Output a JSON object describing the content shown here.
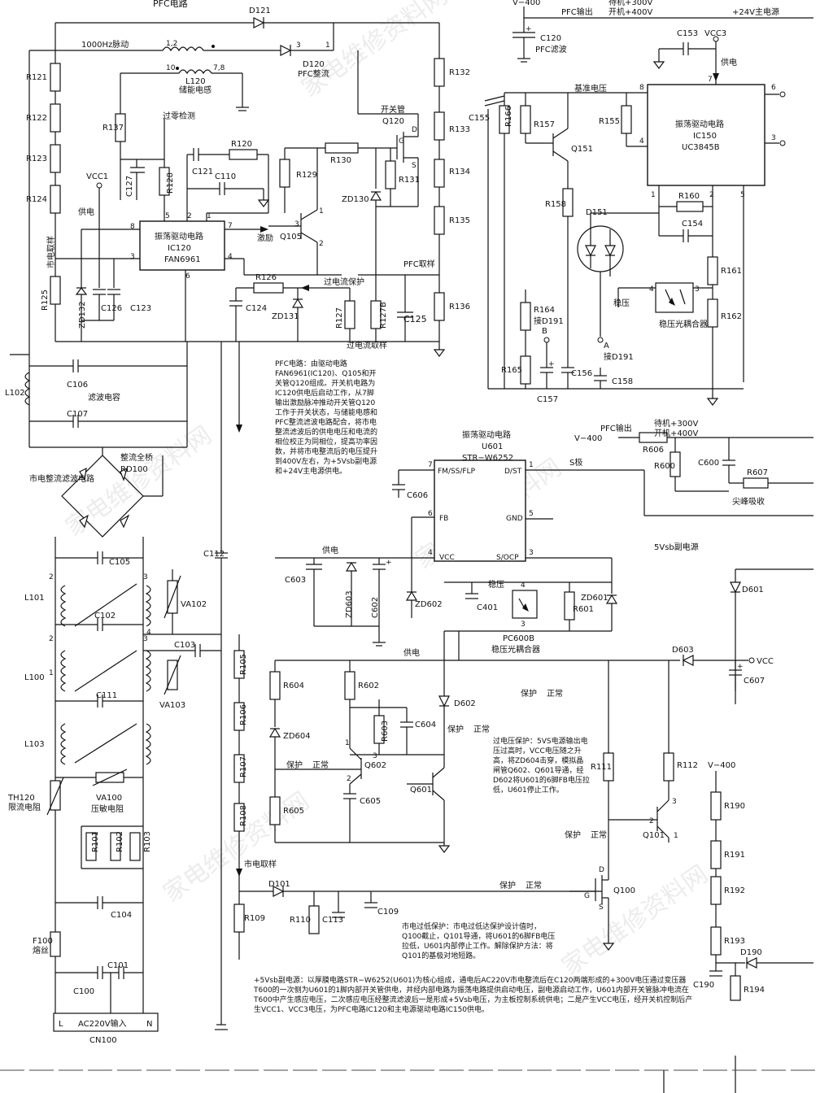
{
  "sections": {
    "pfc_top": "PFC电路",
    "freq": "1000Hz脉动",
    "pfc_output": "PFC输出",
    "standby_300": "待机+300V",
    "on_400": "开机+400V",
    "main_24v": "+24V主电源",
    "v_400": "V−400",
    "pfc_filter": "PFC滤波",
    "vcc3": "VCC3",
    "supply": "供电",
    "ref_voltage": "基准电压",
    "pfc_sample": "PFC取样",
    "overcurrent_protect": "过电流保护",
    "overcurrent_sample": "过电流取样",
    "excite": "激励",
    "zero_detect": "过零检测",
    "storage_inductor": "储能电感",
    "switch_tube": "开关管",
    "pfc_rectifier": "PFC整流",
    "mains_sample_left": "市电取样",
    "vcc1": "VCC1",
    "regulate": "稳压",
    "opto_main": "稳压光耦合器",
    "connect_b": "B",
    "connect_a": "A",
    "connect_d191_b": "接D191",
    "connect_d191_a": "接D191",
    "filter_caps": "滤波电容",
    "bridge": "整流全桥",
    "mains_rect_filter": "市电整流滤波电路",
    "peak_absorb": "尖峰吸收",
    "s_pole": "S极",
    "sb5v": "5Vsb副电源",
    "vcc": "VCC",
    "protect": "保护",
    "normal": "正常",
    "mains_sample": "市电取样",
    "opto_sb": "稳压光耦合器",
    "limit_resistor": "限流电阻",
    "varistor": "压敏电阻",
    "fuse": "熔丝",
    "ac_input": "AC220V输入",
    "ac_L": "L",
    "ac_N": "N"
  },
  "ics": {
    "ic120": {
      "title": "振荡驱动电路",
      "ref": "IC120",
      "part": "FAN6961"
    },
    "ic150": {
      "title": "振荡驱动电路",
      "ref": "IC150",
      "part": "UC3845B"
    },
    "u601": {
      "title": "振荡驱动电路",
      "ref": "U601",
      "part": "STR−W6252",
      "pins": {
        "fm": "FM/SS/FLP",
        "dst": "D/ST",
        "fb": "FB",
        "gnd": "GND",
        "vcc": "VCC",
        "socp": "S/OCP"
      }
    }
  },
  "components": {
    "D121": "D121",
    "D120": "D120",
    "L120": "L120",
    "C120": "C120",
    "C153": "C153",
    "R121": "R121",
    "R122": "R122",
    "R123": "R123",
    "R124": "R124",
    "R125": "R125",
    "R137": "R137",
    "R128": "R128",
    "C127": "C127",
    "C121": "C121",
    "C110": "C110",
    "R120": "R120",
    "R129": "R129",
    "R130": "R130",
    "R131": "R131",
    "ZD130": "ZD130",
    "Q120": "Q120",
    "Q105": "Q105",
    "R126": "R126",
    "C124": "C124",
    "ZD131": "ZD131",
    "R127": "R127",
    "R127B": "R127B",
    "C125": "C125",
    "ZD132": "ZD132",
    "C126": "C126",
    "C123": "C123",
    "R132": "R132",
    "R133": "R133",
    "R134": "R134",
    "R135": "R135",
    "R136": "R136",
    "C155": "C155",
    "R166": "R166",
    "R157": "R157",
    "Q151": "Q151",
    "R155": "R155",
    "R158": "R158",
    "D151": "D151",
    "R160": "R160",
    "C154": "C154",
    "R161": "R161",
    "R162": "R162",
    "R164": "R164",
    "R165": "R165",
    "C156": "C156",
    "C157": "C157",
    "C158": "C158",
    "L102": "L102",
    "C106": "C106",
    "C107": "C107",
    "RD100": "RD100",
    "C105": "C105",
    "L101": "L101",
    "C102": "C102",
    "VA102": "VA102",
    "C112": "C112",
    "C103": "C103",
    "L100": "L100",
    "C111": "C111",
    "VA103": "VA103",
    "L103": "L103",
    "VA100": "VA100",
    "TH120": "TH120",
    "R101": "R101",
    "R102": "R102",
    "R103": "R103",
    "C104": "C104",
    "F100": "F100",
    "C101": "C101",
    "C100": "C100",
    "CN100": "CN100",
    "R105": "R105",
    "R106": "R106",
    "R107": "R107",
    "R108": "R108",
    "R109": "R109",
    "D101": "D101",
    "R110": "R110",
    "C113": "C113",
    "C109": "C109",
    "R606": "R606",
    "R600": "R600",
    "C600": "C600",
    "R607": "R607",
    "C606": "C606",
    "C603": "C603",
    "ZD603": "ZD603",
    "C602": "C602",
    "ZD602": "ZD602",
    "C401": "C401",
    "PC600B": "PC600B",
    "R601": "R601",
    "ZD601": "ZD601",
    "D601": "D601",
    "D603": "D603",
    "C607": "C607",
    "R604": "R604",
    "R602": "R602",
    "R603": "R603",
    "C604": "C604",
    "D602": "D602",
    "ZD604": "ZD604",
    "Q602": "Q602",
    "Q601": "Q601",
    "C605": "C605",
    "R605": "R605",
    "R111": "R111",
    "R112": "R112",
    "Q101": "Q101",
    "Q100": "Q100",
    "R190": "R190",
    "R191": "R191",
    "R192": "R192",
    "R193": "R193",
    "D190": "D190",
    "C190": "C190",
    "R194": "R194"
  },
  "notes": {
    "pfc": "PFC电路：由驱动电路FAN6961(IC120)、Q105和开关管Q120组成。开关机电路为IC120供电后启动工作，从7脚输出激励脉冲推动开关管Q120工作于开关状态，与储能电感和PFC整流滤波电路配合，将市电整流滤波后的供电电压和电流的相位校正为同相位，提高功率因数，并将市电整流后的电压提升到400V左右，为+5Vsb副电源和+24V主电源供电。",
    "ovp": "过电压保护：5VS电源输出电压过高时，VCC电压随之升高，将ZD604击穿，模拟晶闸管Q602、Q601导通，经D602将U601的6脚FB电压拉低，U601停止工作。",
    "mains_protect": "市电过低保护：市电过低达保护设计值时，Q100截止，Q101导通，将U601的6脚FB电压拉低，U601内部停止工作。解除保护方法：将Q101的基极对地短路。",
    "sb5v": "+5Vsb副电源：以厚膜电路STR−W6252(U601)为核心组成，通电后AC220V市电整流后在C120两端形成的+300V电压通过变压器T600的一次侧为U601的1脚内部开关管供电，并经内部电路为振荡电路提供启动电压，副电源启动工作，U601内部开关管脉冲电流在T600中产生感应电压，二次感应电压经整流滤波后一是形成+5Vsb电压，为主板控制系统供电；二是产生VCC电压，经开关机控制后产生VCC1、VCC3电压，为PFC电路IC120和主电源驱动电路IC150供电。"
  },
  "watermark": "家电维修资料网"
}
